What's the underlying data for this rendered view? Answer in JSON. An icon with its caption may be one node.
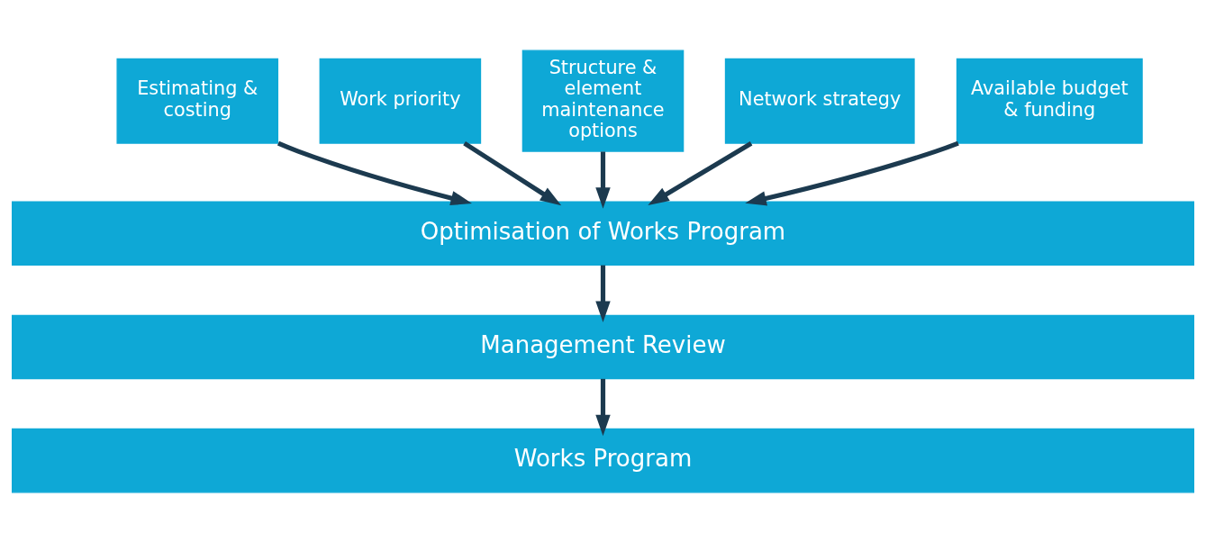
{
  "diagram": {
    "nodes": [
      {
        "text": [
          "Estimating & costing"
        ]
      },
      {
        "text": [
          "Work priority"
        ]
      },
      {
        "text": [
          "Structure & element maintenance options"
        ]
      },
      {
        "text": [
          "Network strategy"
        ]
      },
      {
        "text": [
          "Available budget & funding"
        ]
      },
      {
        "text": [
          "Optimisation of Works Program"
        ]
      },
      {
        "text": [
          "Management Review"
        ]
      },
      {
        "text": [
          "Works Program"
        ]
      }
    ],
    "edges": [
      {
        "from": 0,
        "to": 5,
        "arrow": "to"
      },
      {
        "from": 1,
        "to": 5,
        "arrow": "to"
      },
      {
        "from": 2,
        "to": 5,
        "arrow": "to"
      },
      {
        "from": 3,
        "to": 5,
        "arrow": "to"
      },
      {
        "from": 4,
        "to": 5,
        "arrow": "to"
      },
      {
        "from": 5,
        "to": 6,
        "arrow": "to"
      },
      {
        "from": 6,
        "to": 7,
        "arrow": "to"
      }
    ]
  }
}
